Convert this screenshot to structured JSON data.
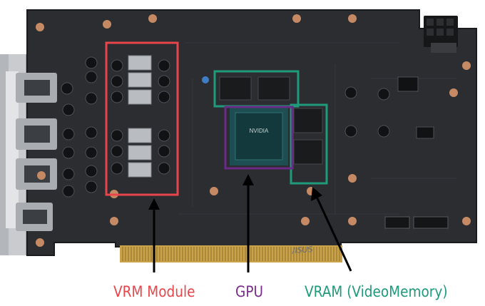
{
  "labels": {
    "vrm": {
      "text": "VRM Module",
      "color": "#e8454a"
    },
    "gpu": {
      "text": "GPU",
      "color": "#7b2d8e"
    },
    "vram": {
      "text": "VRAM (VideoMemory)",
      "color": "#1f9a7a"
    }
  },
  "board_markings": {
    "chip_text": "NVIDIA",
    "brand": "/ISUS"
  },
  "colors": {
    "pcb": "#2b2d31",
    "pcb_dark": "#1e2023",
    "bracket": "#c9cbce",
    "gold": "#c9a24a",
    "vrm_box": "#e8454a",
    "gpu_box": "#6a2a86",
    "vram_box": "#1f9a7a"
  }
}
